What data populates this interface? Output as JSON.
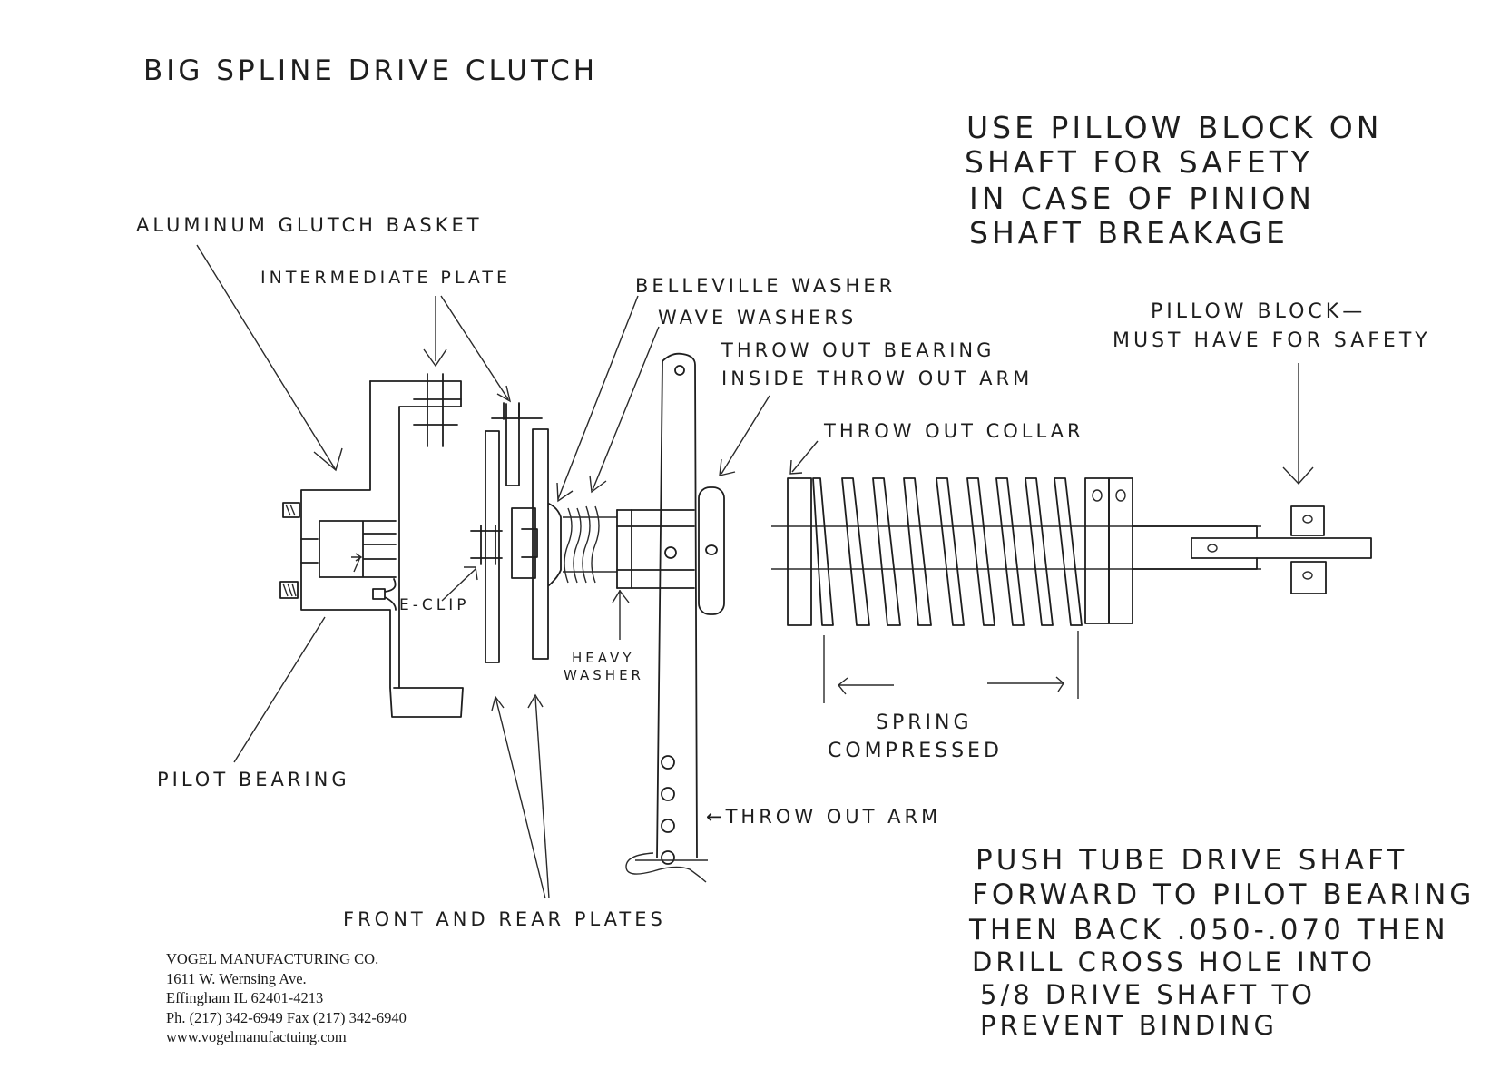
{
  "title": "BIG SPLINE DRIVE CLUTCH",
  "safety_note": {
    "lines": [
      "USE PILLOW BLOCK ON",
      "SHAFT FOR SAFETY",
      "IN CASE OF PINION",
      "SHAFT BREAKAGE"
    ]
  },
  "labels": {
    "aluminum_clutch_basket": "ALUMINUM GLUTCH BASKET",
    "intermediate_plate": "INTERMEDIATE PLATE",
    "belleville_washer": "BELLEVILLE WASHER",
    "wave_washers": "WAVE WASHERS",
    "throw_out_bearing_1": "THROW OUT BEARING",
    "throw_out_bearing_2": "INSIDE THROW OUT ARM",
    "throw_out_collar": "THROW OUT COLLAR",
    "pillow_block_1": "PILLOW BLOCK—",
    "pillow_block_2": "MUST HAVE FOR SAFETY",
    "e_clip": "E-CLIP",
    "heavy_washer_1": "HEAVY",
    "heavy_washer_2": "WASHER",
    "spring_1": "SPRING",
    "spring_2": "COMPRESSED",
    "pilot_bearing": "PILOT BEARING",
    "throw_out_arm": "←THROW OUT ARM",
    "front_rear_plates": "FRONT AND REAR PLATES"
  },
  "instructions": {
    "lines": [
      "PUSH TUBE DRIVE SHAFT",
      "FORWARD TO PILOT BEARING",
      "THEN BACK .050-.070 THEN",
      "DRILL CROSS HOLE INTO",
      "5/8 DRIVE SHAFT TO",
      "PREVENT BINDING"
    ]
  },
  "footer": {
    "company": "VOGEL MANUFACTURING CO.",
    "address": "1611 W. Wernsing Ave.",
    "city": "Effingham  IL  62401-4213",
    "phone": "Ph. (217) 342-6949 Fax (217) 342-6940",
    "website": "www.vogelmanufactuing.com"
  },
  "colors": {
    "ink": "#1e1e1e",
    "paper": "#ffffff"
  }
}
